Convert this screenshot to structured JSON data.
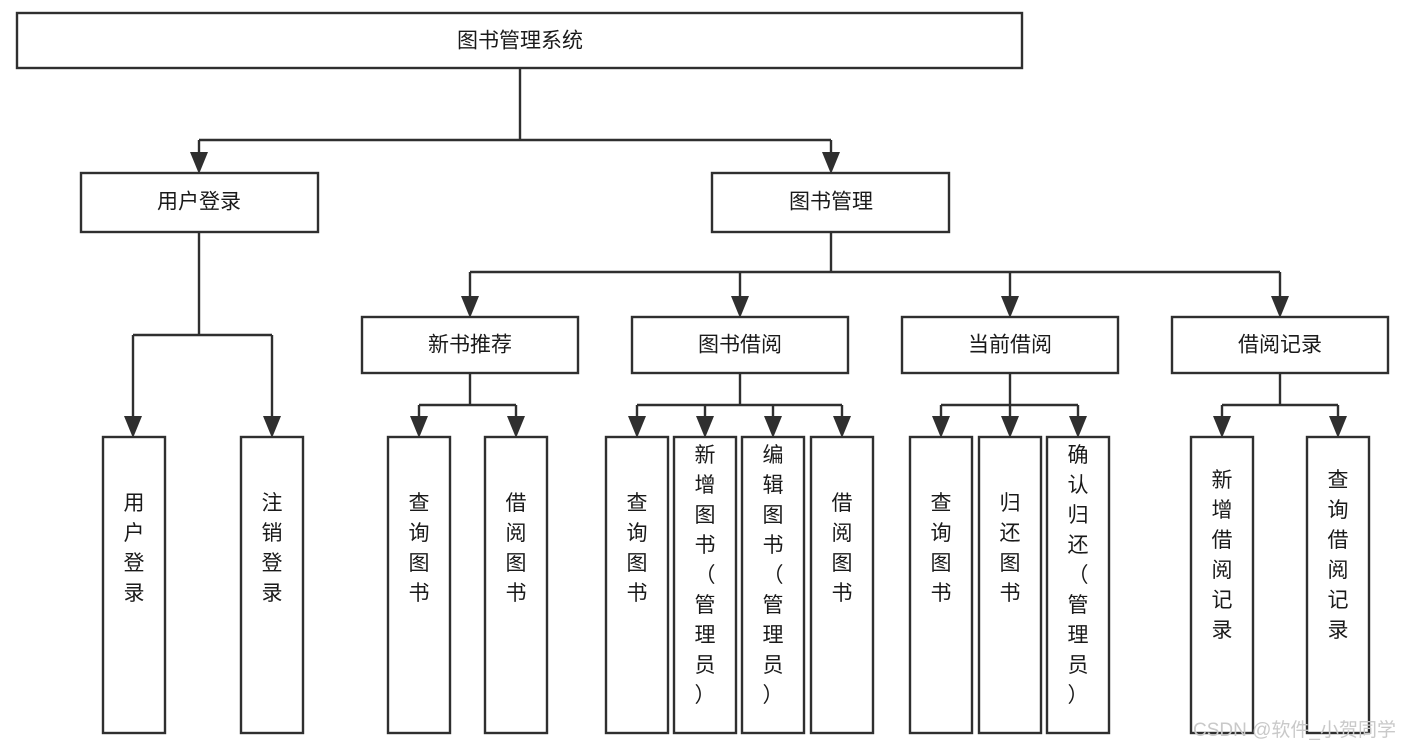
{
  "diagram": {
    "type": "tree-hierarchy",
    "title": "图书管理系统",
    "orientation": "top-down",
    "colors": {
      "box_stroke": "#2f2f2f",
      "box_fill": "#ffffff",
      "connector": "#2f2f2f",
      "text": "#1a1a1a",
      "background": "#ffffff",
      "watermark": "#c9c9c9"
    },
    "root": {
      "label": "图书管理系统",
      "orientation": "horizontal"
    },
    "level2": [
      {
        "label": "用户登录",
        "orientation": "horizontal"
      },
      {
        "label": "图书管理",
        "orientation": "horizontal"
      }
    ],
    "level3": [
      {
        "label": "新书推荐",
        "orientation": "horizontal"
      },
      {
        "label": "图书借阅",
        "orientation": "horizontal"
      },
      {
        "label": "当前借阅",
        "orientation": "horizontal"
      },
      {
        "label": "借阅记录",
        "orientation": "horizontal"
      }
    ],
    "leaves": {
      "user_login": [
        {
          "label": "用户登录",
          "orientation": "vertical"
        },
        {
          "label": "注销登录",
          "orientation": "vertical"
        }
      ],
      "new_book_recommend": [
        {
          "label": "查询图书",
          "orientation": "vertical"
        },
        {
          "label": "借阅图书",
          "orientation": "vertical"
        }
      ],
      "book_borrow": [
        {
          "label": "查询图书",
          "orientation": "vertical"
        },
        {
          "label": "新增图书（管理员）",
          "orientation": "vertical"
        },
        {
          "label": "编辑图书（管理员）",
          "orientation": "vertical"
        },
        {
          "label": "借阅图书",
          "orientation": "vertical"
        }
      ],
      "current_borrow": [
        {
          "label": "查询图书",
          "orientation": "vertical"
        },
        {
          "label": "归还图书",
          "orientation": "vertical"
        },
        {
          "label": "确认归还（管理员）",
          "orientation": "vertical"
        }
      ],
      "borrow_record": [
        {
          "label": "新增借阅记录",
          "orientation": "vertical"
        },
        {
          "label": "查询借阅记录",
          "orientation": "vertical"
        }
      ]
    }
  },
  "watermark": {
    "text": "CSDN @软件_小贺同学"
  }
}
